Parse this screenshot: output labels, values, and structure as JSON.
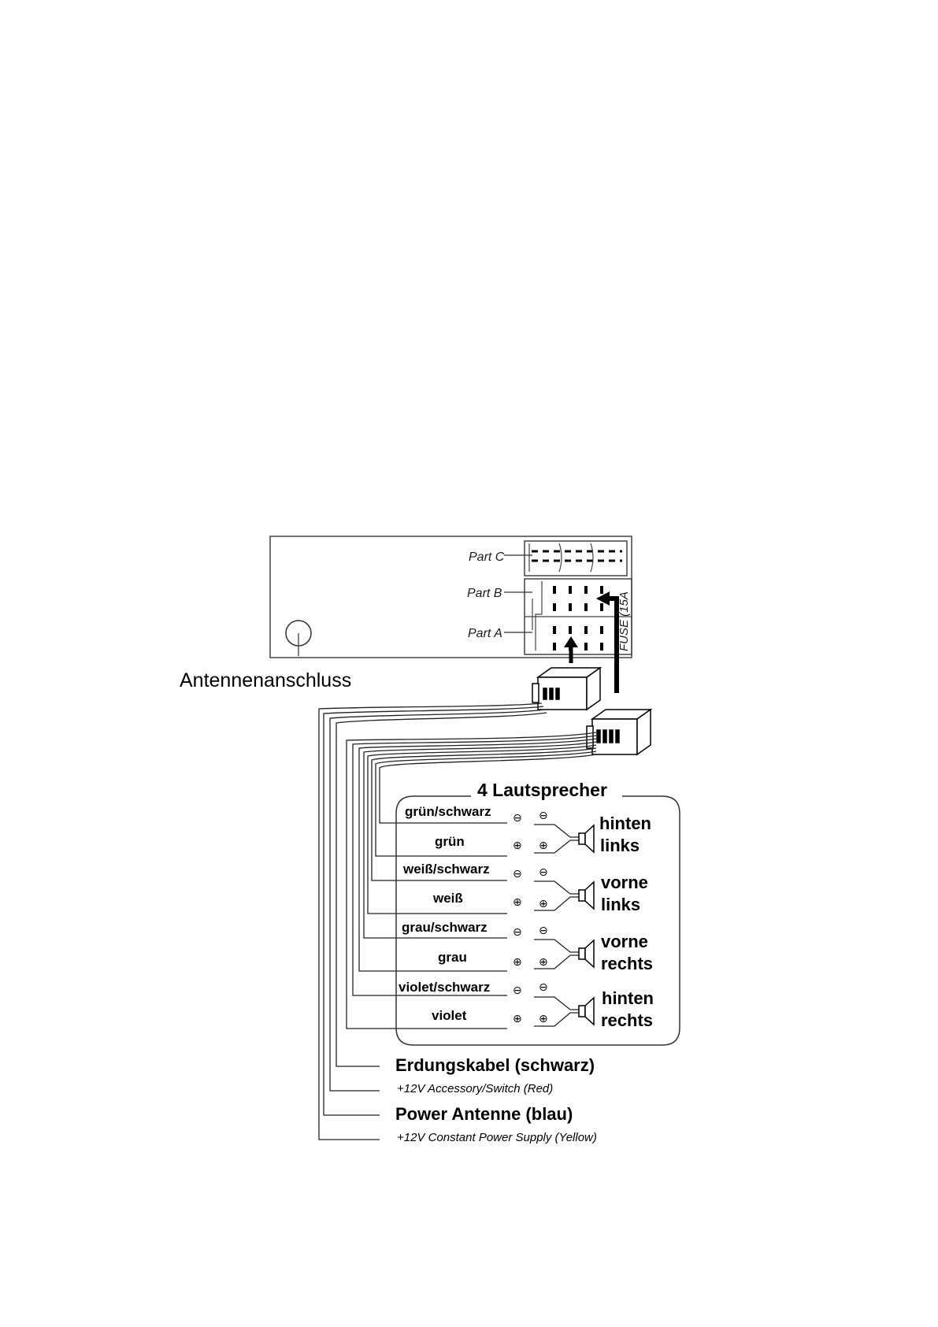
{
  "radio_unit": {
    "parts": [
      "Part C",
      "Part B",
      "Part A"
    ],
    "fuse_label": "FUSE (15A",
    "antenna_label": "Antennenanschluss"
  },
  "speakers": {
    "section_title": "4 Lautsprecher",
    "wires": [
      "grün/schwarz",
      "grün",
      "weiß/schwarz",
      "weiß",
      "grau/schwarz",
      "grau",
      "violet/schwarz",
      "violet"
    ],
    "polarity": [
      "⊖",
      "⊕"
    ],
    "groups": [
      {
        "line1": "hinten",
        "line2": "links"
      },
      {
        "line1": "vorne",
        "line2": "links"
      },
      {
        "line1": "vorne",
        "line2": "rechts"
      },
      {
        "line1": "hinten",
        "line2": "rechts"
      }
    ]
  },
  "power_wires": [
    "Erdungskabel (schwarz)",
    "+12V Accessory/Switch (Red)",
    "Power Antenne (blau)",
    "+12V Constant Power Supply (Yellow)"
  ]
}
